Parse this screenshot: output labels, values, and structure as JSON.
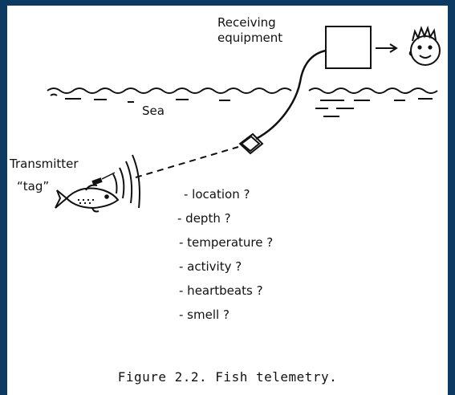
{
  "diagram": {
    "labels": {
      "receiving_line1": "Receiving",
      "receiving_line2": "equipment",
      "sea": "Sea",
      "transmitter_line1": "Transmitter",
      "transmitter_line2": "“tag”"
    },
    "questions": [
      "- location ?",
      "- depth ?",
      "- temperature ?",
      "- activity ?",
      "- heartbeats ?",
      "- smell ?"
    ]
  },
  "caption": "Figure 2.2. Fish telemetry."
}
